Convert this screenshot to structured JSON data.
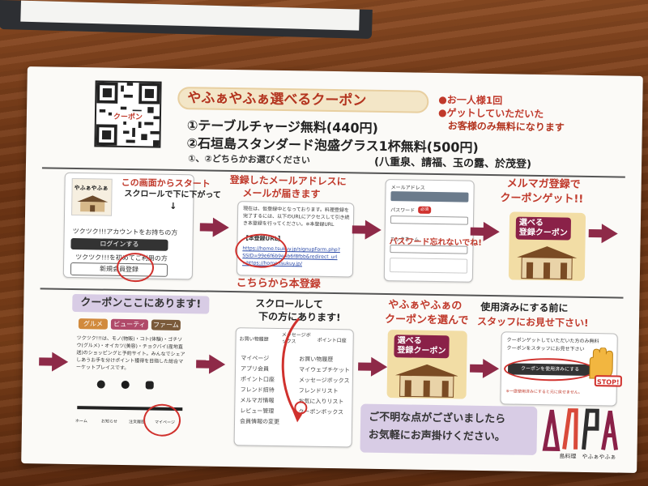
{
  "header": {
    "qr_label": "クーポン",
    "title": "やふぁやふぁ選べるクーポン",
    "notes": [
      "●お一人様1回",
      "●ゲットしていただいた",
      "お客様のみ無料になります"
    ],
    "offer_1": "①テーブルチャージ無料(440円)",
    "offer_2": "②石垣島スタンダード泡盛グラス1杯無料(500円)",
    "choose": "①、②どちらかお選びください",
    "brands": "(八重泉、請福、玉の露、於茂登)"
  },
  "row1": {
    "step1": {
      "logo": "やふぁやふぁ",
      "caption_1": "この画面からスタート",
      "caption_2": "スクロールで下に下がって",
      "down_arrow": "↓",
      "account_text": "ツクツク!!!アカウントをお持ちの方",
      "login_button": "ログインする",
      "new_text": "ツクツク!!!を初めてご利用の方",
      "register_button": "新規会員登録"
    },
    "step2": {
      "title_1": "登録したメールアドレスに",
      "title_2": "メールが届きます",
      "body": "現在は、仮登録中となっております。料理登録を完了するには、以下のURLにアクセスして引き続き本登録を行ってください。※本登録URL",
      "url_label": "【本登録URL】",
      "url_1": "https://home.tsukuy.jp/signupForm.php?",
      "url_2": "SSID=99e6f6b9e4b6f8fbb&redirect_url",
      "url_3": "=https://home.tsukuy.jp/",
      "bottom_text": "こちらから本登録"
    },
    "step3": {
      "mail_label": "メールアドレス",
      "password_label": "パスワード",
      "required": "必須",
      "hint": "パスワード忘れないでね!",
      "nickname_label": "ニックネーム"
    },
    "step4": {
      "title_1": "メルマガ登録で",
      "title_2": "クーポンゲット!!",
      "badge_1": "選べる",
      "badge_2": "登録クーポン"
    }
  },
  "row2": {
    "step5": {
      "pill": "クーポンここにあります!",
      "tags": [
        "グルメ",
        "ビューティー",
        "ファーム"
      ],
      "body": "ツクツク!!!は、モノ(物販)・コト(体験)・ゴチソウ(グルメ)・オイカツ(美容)・チョクバイ(産地直送)のショッピングと予約サイト。みんなでシェアしあうお手を分けポイント獲得を目指した総合マーケットプレイスです。",
      "nav": [
        "ホーム",
        "お知らせ",
        "注文履歴",
        "マイページ"
      ]
    },
    "step6": {
      "title_1": "スクロールして",
      "title_2": "下の方にあります!",
      "tabs": [
        "お買い物履歴",
        "メッセージボックス",
        "ポイント口座"
      ],
      "menu_left": [
        "マイページ",
        "アプリ会員",
        "ポイント口座",
        "フレンド招待",
        "メルマガ情報",
        "レビュー管理",
        "会員情報の変更"
      ],
      "menu_right": [
        "お買い物履歴",
        "マイウェブチケット",
        "メッセージボックス",
        "フレンドリスト",
        "お気に入りリスト",
        "クーポンボックス"
      ]
    },
    "step7": {
      "title_1": "やふぁやふぁの",
      "title_2": "クーポンを選んで",
      "badge_1": "選べる",
      "badge_2": "登録クーポン"
    },
    "step8": {
      "title_1": "使用済みにする前に",
      "title_2": "スタッフにお見せ下さい!",
      "text_1": "クーポンゲットしていただいた方のみ無料",
      "text_2": "クーポンをスタッフにお見せ下さい",
      "use_button": "クーポンを使用済みにする",
      "stop": "STOP!",
      "warning": "※一度使用済みにすると元に戻せません。"
    },
    "help_1": "ご不明な点がございましたら",
    "help_2": "お気軽にお声掛けください。",
    "logo_text": "島料理　やふぁやふぁ"
  },
  "colors": {
    "accent_red": "#c0392b",
    "arrow": "#8e2a48",
    "coupon_bg": "#f2dda5",
    "pill_purple": "#d8cce5"
  }
}
